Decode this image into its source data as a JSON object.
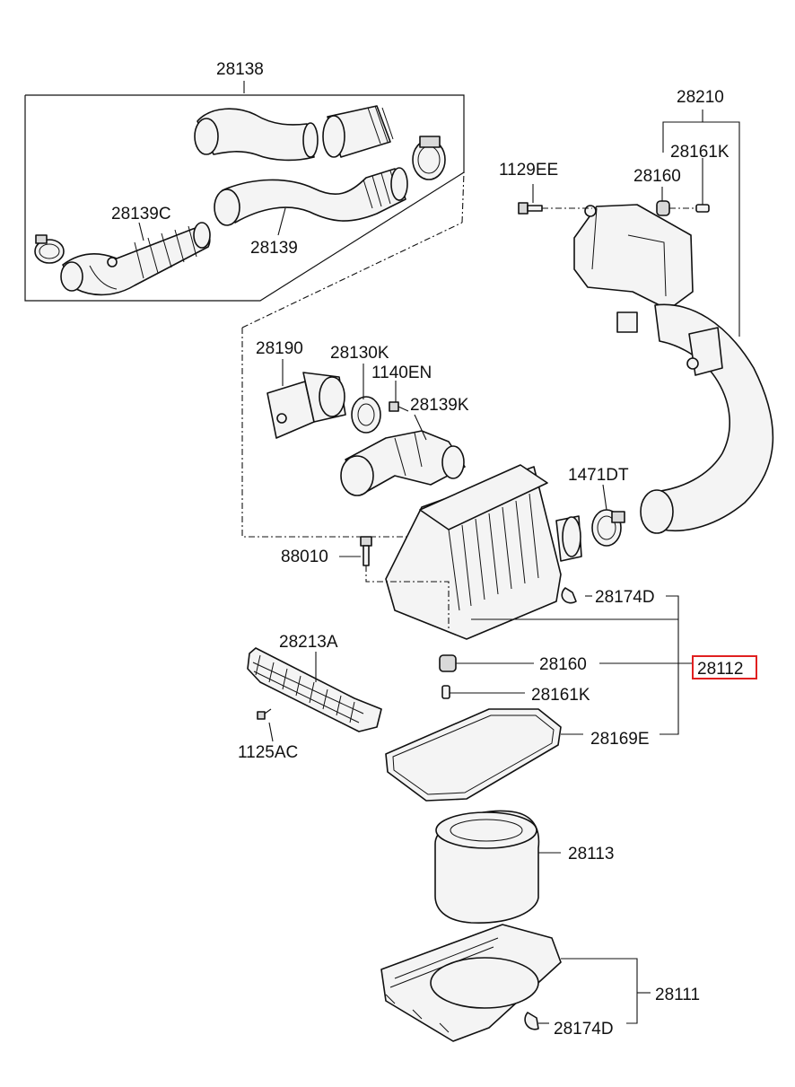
{
  "highlight_color": "#e02020",
  "labels": {
    "p28138": "28138",
    "p28139c": "28139C",
    "p28139": "28139",
    "p28210": "28210",
    "p1129ee": "1129EE",
    "p28160_top": "28160",
    "p28161k_top": "28161K",
    "p28190": "28190",
    "p28130k": "28130K",
    "p1140en": "1140EN",
    "p28139k": "28139K",
    "p1471dt": "1471DT",
    "p88010": "88010",
    "p28174d_top": "28174D",
    "p28213a": "28213A",
    "p28160_mid": "28160",
    "p28112": "28112",
    "p28161k_mid": "28161K",
    "p28169e": "28169E",
    "p1125ac": "1125AC",
    "p28113": "28113",
    "p28111": "28111",
    "p28174d_bot": "28174D"
  }
}
